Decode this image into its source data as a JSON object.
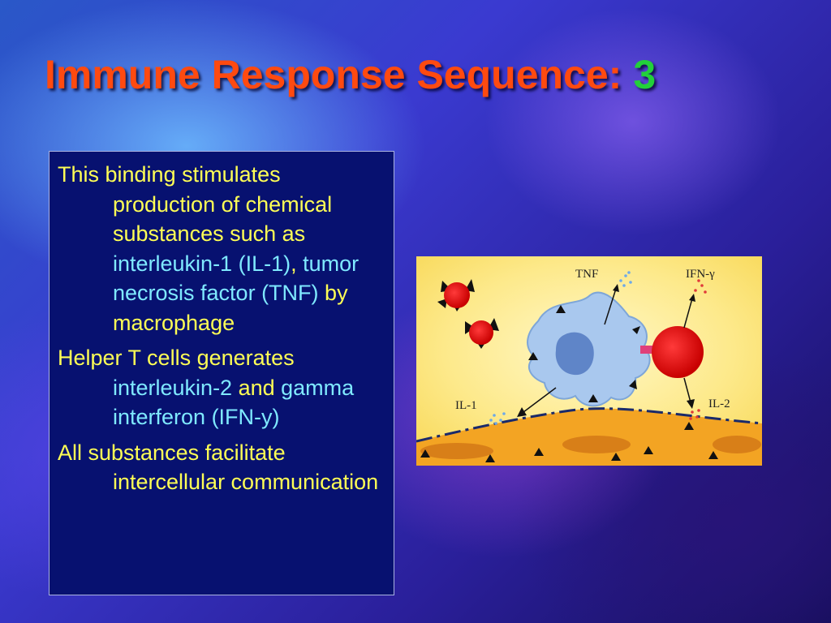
{
  "slide": {
    "title": "Immune Response Sequence:",
    "title_number": "3",
    "colors": {
      "title": "#ff4a10",
      "title_number": "#22d03a",
      "body_text": "#ffff55",
      "highlight_text": "#7fe9ff",
      "text_box_bg": "#071170"
    }
  },
  "bullets": [
    {
      "parts": [
        {
          "text": "This binding stimulates production of chemical substances such as ",
          "style": "yellow"
        },
        {
          "text": "interleukin-1 (IL-1)",
          "style": "cyan"
        },
        {
          "text": ", ",
          "style": "yellow"
        },
        {
          "text": "tumor necrosis factor (TNF)",
          "style": "cyan"
        },
        {
          "text": " by macrophage",
          "style": "yellow"
        }
      ]
    },
    {
      "parts": [
        {
          "text": "Helper T cells generates ",
          "style": "yellow"
        },
        {
          "text": "interleukin-2",
          "style": "cyan"
        },
        {
          "text": " and ",
          "style": "yellow"
        },
        {
          "text": "gamma interferon (IFN-y)",
          "style": "cyan"
        }
      ]
    },
    {
      "parts": [
        {
          "text": "All substances facilitate intercellular communication",
          "style": "yellow"
        }
      ]
    }
  ],
  "figure": {
    "labels": {
      "tnf": "TNF",
      "ifn": "IFN-γ",
      "il1": "IL-1",
      "il2": "IL-2"
    }
  }
}
